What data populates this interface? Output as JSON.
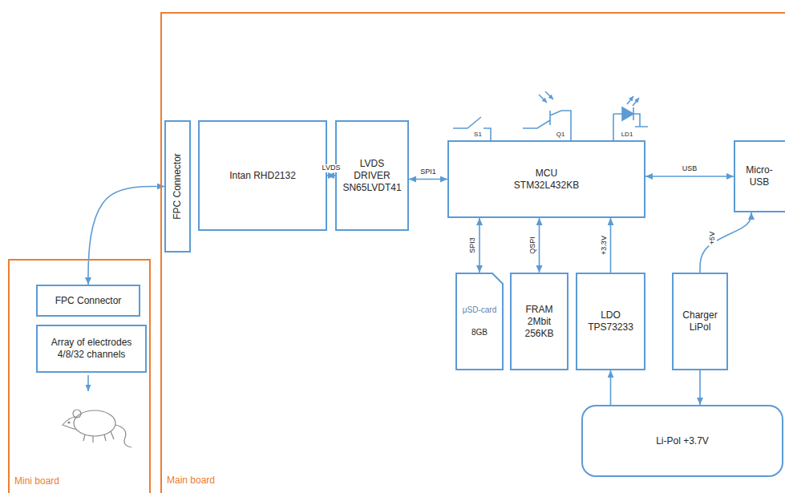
{
  "diagram": {
    "nodes": [
      {
        "text": [
          "Main board"
        ]
      },
      {
        "text": [
          "FPC Connector"
        ],
        "in": 0
      },
      {
        "text": [
          "Intan RHD2132"
        ],
        "in": 0
      },
      {
        "text": [
          "LVDS DRIVER SN65LVDT41"
        ],
        "in": 0
      },
      {
        "text": [
          "MCU STM32L432KB"
        ],
        "in": 0
      },
      {
        "text": [
          "Micro-USB"
        ],
        "in": 0
      },
      {
        "text": [
          "μSD-card",
          "8GB"
        ],
        "in": 0
      },
      {
        "text": [
          "FRAM 2Mbit 256KB"
        ],
        "in": 0
      },
      {
        "text": [
          "LDO TPS73233"
        ],
        "in": 0
      },
      {
        "text": [
          "Charger LiPol"
        ],
        "in": 0
      },
      {
        "text": [
          "Li-Pol +3.7V"
        ],
        "in": 0
      },
      {
        "text": [
          "Mini board"
        ]
      },
      {
        "text": [
          "FPC Connector"
        ],
        "in": 11
      },
      {
        "text": [
          "Array of electrodes 4/8/32 channels"
        ],
        "in": 11
      }
    ],
    "edges": [
      {
        "from": 12,
        "to": 1,
        "arrow": "both"
      },
      {
        "from": 2,
        "to": 3,
        "label": "LVDS",
        "arrow": "both"
      },
      {
        "from": 3,
        "to": 4,
        "label": "SPI1",
        "arrow": "both"
      },
      {
        "from": 4,
        "to": 5,
        "label": "USB",
        "arrow": "both"
      },
      {
        "from": 4,
        "to": 6,
        "label": "SPI3",
        "arrow": "both"
      },
      {
        "from": 4,
        "to": 7,
        "label": "QSPI",
        "arrow": "both"
      },
      {
        "from": 8,
        "to": 4,
        "label": "+3.3V",
        "arrow": "to"
      },
      {
        "from": 9,
        "to": 5,
        "label": "+5V",
        "arrow": "to"
      },
      {
        "from": 9,
        "to": 10,
        "arrow": "to"
      },
      {
        "from": 10,
        "to": 8,
        "arrow": "to"
      }
    ],
    "labels": [
      "S1",
      "Q1",
      "LD1"
    ]
  }
}
